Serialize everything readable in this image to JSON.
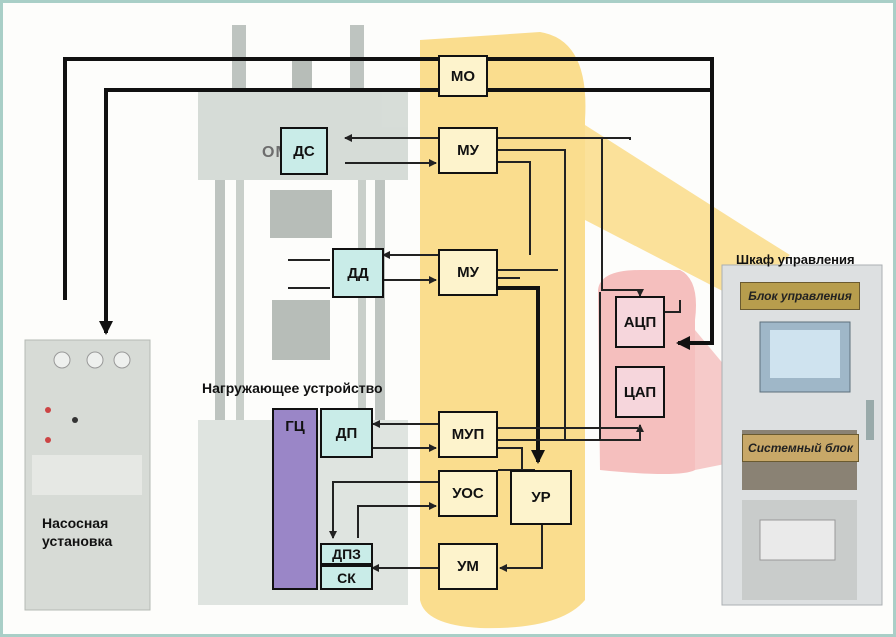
{
  "diagram": {
    "blocks": {
      "mo": "МО",
      "mu1": "МУ",
      "mu2": "МУ",
      "mup": "МУП",
      "uos": "УОС",
      "ur": "УР",
      "um": "УМ",
      "ds": "ДС",
      "dd": "ДД",
      "dp": "ДП",
      "dpz": "ДПЗ",
      "sk": "СК",
      "gc": "ГЦ",
      "acp": "АЦП",
      "cap": "ЦАП"
    },
    "labels": {
      "pump": "Насосная установка",
      "loading_device": "Нагружающее устройство",
      "cabinet": "Шкаф управления",
      "control_unit": "Блок управления",
      "system_unit": "Системный блок",
      "machine_logo": "ОМЗИМ"
    }
  },
  "colors": {
    "yellow_band": "#f9d77a",
    "pink_area": "#f2a9a9",
    "cyan_box": "#c9ece8",
    "yellow_box": "#fdf3cc",
    "purple_cylinder": "#9a86c7"
  }
}
